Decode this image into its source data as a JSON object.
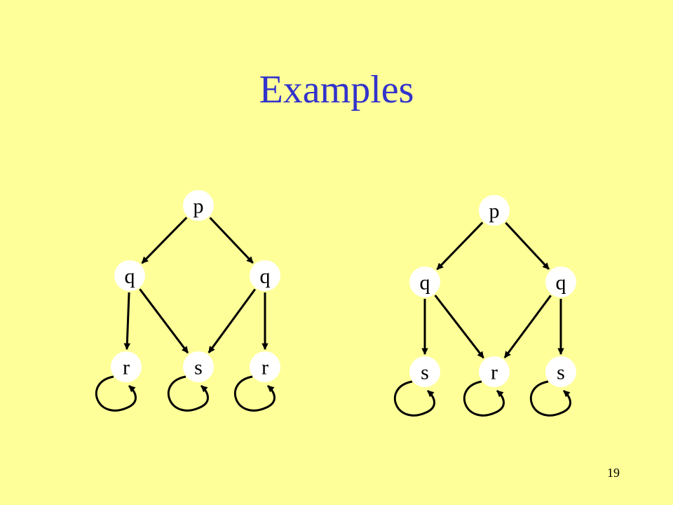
{
  "slide": {
    "title": "Examples",
    "page_number": "19",
    "colors": {
      "background": "#FFFF99",
      "title": "#3333CC",
      "node_fill": "#FFFFFF",
      "stroke": "#000000"
    }
  },
  "diagrams": [
    {
      "nodes": [
        {
          "id": "p",
          "label": "p"
        },
        {
          "id": "q1",
          "label": "q"
        },
        {
          "id": "q2",
          "label": "q"
        },
        {
          "id": "r1",
          "label": "r"
        },
        {
          "id": "s",
          "label": "s"
        },
        {
          "id": "r2",
          "label": "r"
        }
      ],
      "edges": [
        {
          "from": "p",
          "to": "q1"
        },
        {
          "from": "p",
          "to": "q2"
        },
        {
          "from": "q1",
          "to": "r1"
        },
        {
          "from": "q1",
          "to": "s"
        },
        {
          "from": "q2",
          "to": "s"
        },
        {
          "from": "q2",
          "to": "r2"
        }
      ],
      "self_loops": [
        "r1",
        "s",
        "r2"
      ]
    },
    {
      "nodes": [
        {
          "id": "p",
          "label": "p"
        },
        {
          "id": "q1",
          "label": "q"
        },
        {
          "id": "q2",
          "label": "q"
        },
        {
          "id": "s1",
          "label": "s"
        },
        {
          "id": "r",
          "label": "r"
        },
        {
          "id": "s2",
          "label": "s"
        }
      ],
      "edges": [
        {
          "from": "p",
          "to": "q1"
        },
        {
          "from": "p",
          "to": "q2"
        },
        {
          "from": "q1",
          "to": "s1"
        },
        {
          "from": "q1",
          "to": "r"
        },
        {
          "from": "q2",
          "to": "r"
        },
        {
          "from": "q2",
          "to": "s2"
        }
      ],
      "self_loops": [
        "s1",
        "r",
        "s2"
      ]
    }
  ]
}
